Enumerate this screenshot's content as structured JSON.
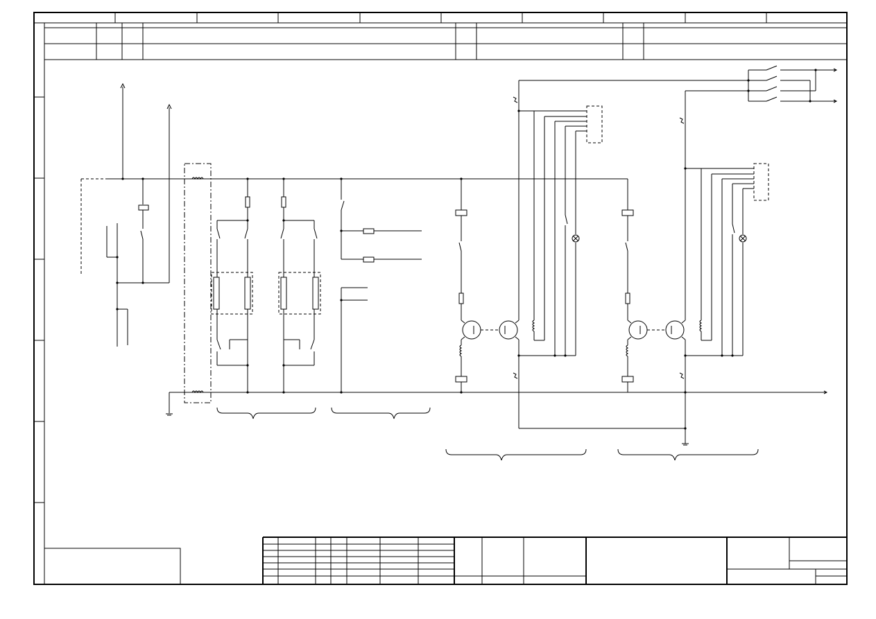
{
  "drawing": {
    "type": "electrical schematic sheet",
    "ink_color": "#000000",
    "paper_color": "#ffffff",
    "text_labels": []
  },
  "legend": {
    "symbols": [
      "terminal-block",
      "meter",
      "fuse",
      "switch",
      "contactor",
      "dc-motor",
      "dc-generator",
      "field-winding",
      "lamp",
      "ground"
    ]
  }
}
